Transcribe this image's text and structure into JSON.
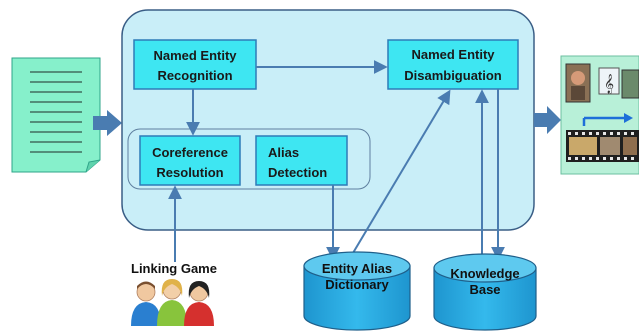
{
  "diagram": {
    "boxes": {
      "ner": [
        "Named Entity",
        "Recognition"
      ],
      "ned": [
        "Named Entity",
        "Disambiguation"
      ],
      "coref": [
        "Coreference",
        "Resolution"
      ],
      "alias": [
        "Alias",
        "Detection"
      ]
    },
    "databases": {
      "alias_dict": [
        "Entity Alias",
        "Dictionary"
      ],
      "kb": [
        "Knowledge",
        "Base"
      ]
    },
    "linking_game": "Linking Game"
  },
  "colors": {
    "pipeline_fill": "#c9eef8",
    "pipeline_stroke": "#3a5e86",
    "box_fill": "#3ee6f2",
    "box_stroke": "#2e7bb8",
    "db_fill": "#29b1e6",
    "db_top": "#5ec9ef",
    "doc_fill": "#86f0cb",
    "arrow": "#4a7cb1"
  }
}
